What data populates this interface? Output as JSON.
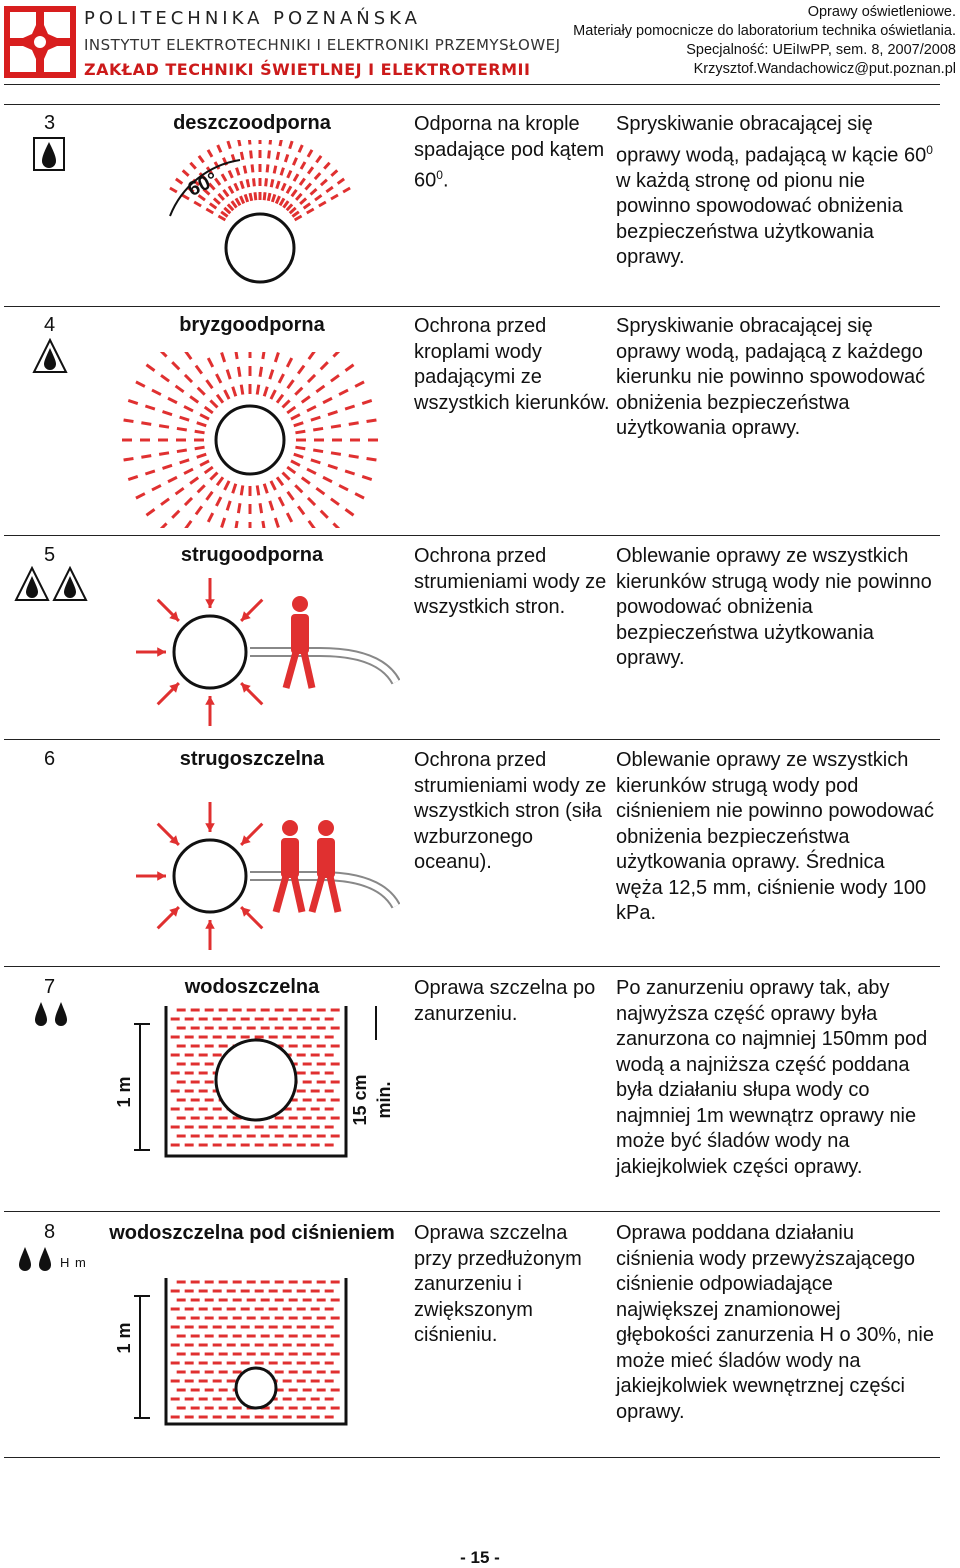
{
  "header": {
    "institution_line1": "POLITECHNIKA POZNAŃSKA",
    "institution_line2": "INSTYTUT ELEKTROTECHNIKI I ELEKTRONIKI PRZEMYSŁOWEJ",
    "institution_line3": "ZAKŁAD TECHNIKI ŚWIETLNEJ I ELEKTROTERMII",
    "right_line1": "Oprawy oświetleniowe.",
    "right_line2": "Materiały pomocnicze do laboratorium technika oświetlania.",
    "right_line3": "Specjalność: UEiIwPP, sem. 8, 2007/2008",
    "right_line4": "Krzysztof.Wandachowicz@put.poznan.pl"
  },
  "rows": [
    {
      "num": "3",
      "name": "deszczoodporna",
      "desc_main": "Odporna na krople spadające pod kątem 60",
      "desc_sup": "0",
      "desc_tail": ".",
      "test_a": "Spryskiwanie obracającej się oprawy wodą, padającą w kącie 60",
      "test_sup": "0",
      "test_b": " w każdą stronę od pionu nie powinno spowodować obniżenia bezpieczeństwa użytkowania oprawy.",
      "angle_label": "60°"
    },
    {
      "num": "4",
      "name": "bryzgoodporna",
      "desc": "Ochrona przed kroplami wody padającymi ze wszystkich kierunków.",
      "test": "Spryskiwanie obracającej się oprawy wodą, padającą z każdego kierunku nie powinno spowodować obniżenia bezpieczeństwa użytkowania oprawy."
    },
    {
      "num": "5",
      "name": "strugoodporna",
      "desc": "Ochrona przed strumieniami wody ze wszystkich stron.",
      "test": "Oblewanie oprawy ze wszystkich kierunków strugą wody nie powinno powodować obniżenia bezpieczeństwa użytkowania oprawy."
    },
    {
      "num": "6",
      "name": "strugoszczelna",
      "desc": "Ochrona przed strumieniami wody ze wszystkich stron (siła wzburzonego oceanu).",
      "test": "Oblewanie oprawy ze wszystkich kierunków strugą wody pod ciśnieniem nie powinno powodować obniżenia bezpieczeństwa użytkowania oprawy. Średnica węża 12,5 mm, ciśnienie wody 100 kPa."
    },
    {
      "num": "7",
      "name": "wodoszczelna",
      "desc": "Oprawa szczelna po zanurzeniu.",
      "test": "Po zanurzeniu oprawy tak, aby najwyższa część oprawy była zanurzona co najmniej 150mm pod wodą a najniższa część poddana była działaniu słupa wody co najmniej 1m wewnątrz oprawy nie może być śladów wody na jakiejkolwiek części oprawy.",
      "label_1m": "1 m",
      "label_15cm": "15 cm",
      "label_min": "min."
    },
    {
      "num": "8",
      "name": "wodoszczelna pod ciśnieniem",
      "sym_label": "H m",
      "desc": "Oprawa szczelna przy przedłużonym zanurzeniu i zwiększonym ciśnieniu.",
      "test": "Oprawa poddana działaniu ciśnienia wody przewyższającego ciśnienie odpowiadające największej znamionowej głębokości zanurzenia H o 30%, nie może mieć śladów wody na jakiejkolwiek wewnętrznej części oprawy.",
      "label_1m": "1 m"
    }
  ],
  "footer": {
    "page": "- 15 -"
  },
  "colors": {
    "red": "#e03030",
    "dark": "#111111"
  }
}
